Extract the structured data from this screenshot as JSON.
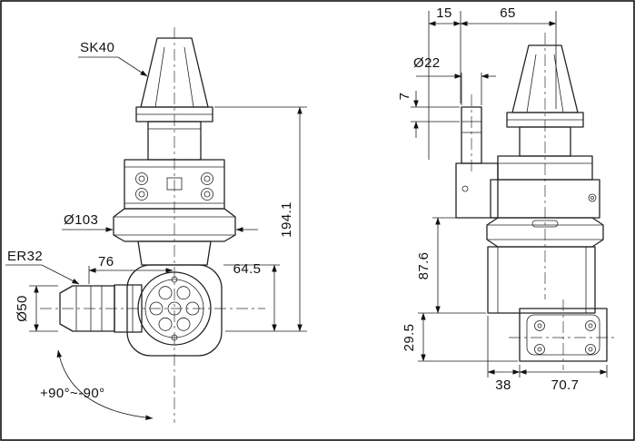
{
  "drawing": {
    "type": "technical-drawing",
    "subject": "Angle head tool holder, two orthographic views with dimensions",
    "colors": {
      "line": "#222222",
      "background": "#ffffff"
    },
    "left_view": {
      "taper_label": "SK40",
      "collet_label": "ER32",
      "flange_diameter": "Ø103",
      "collet_nut_diameter": "Ø50",
      "len_76": "76",
      "len_64_5": "64.5",
      "len_194_1": "194.1",
      "swivel_range": "+90°~-90°"
    },
    "right_view": {
      "len_15": "15",
      "len_65": "65",
      "dia_22": "Ø22",
      "len_7": "7",
      "len_87_6": "87.6",
      "len_29_5": "29.5",
      "len_38": "38",
      "len_70_7": "70.7"
    }
  }
}
